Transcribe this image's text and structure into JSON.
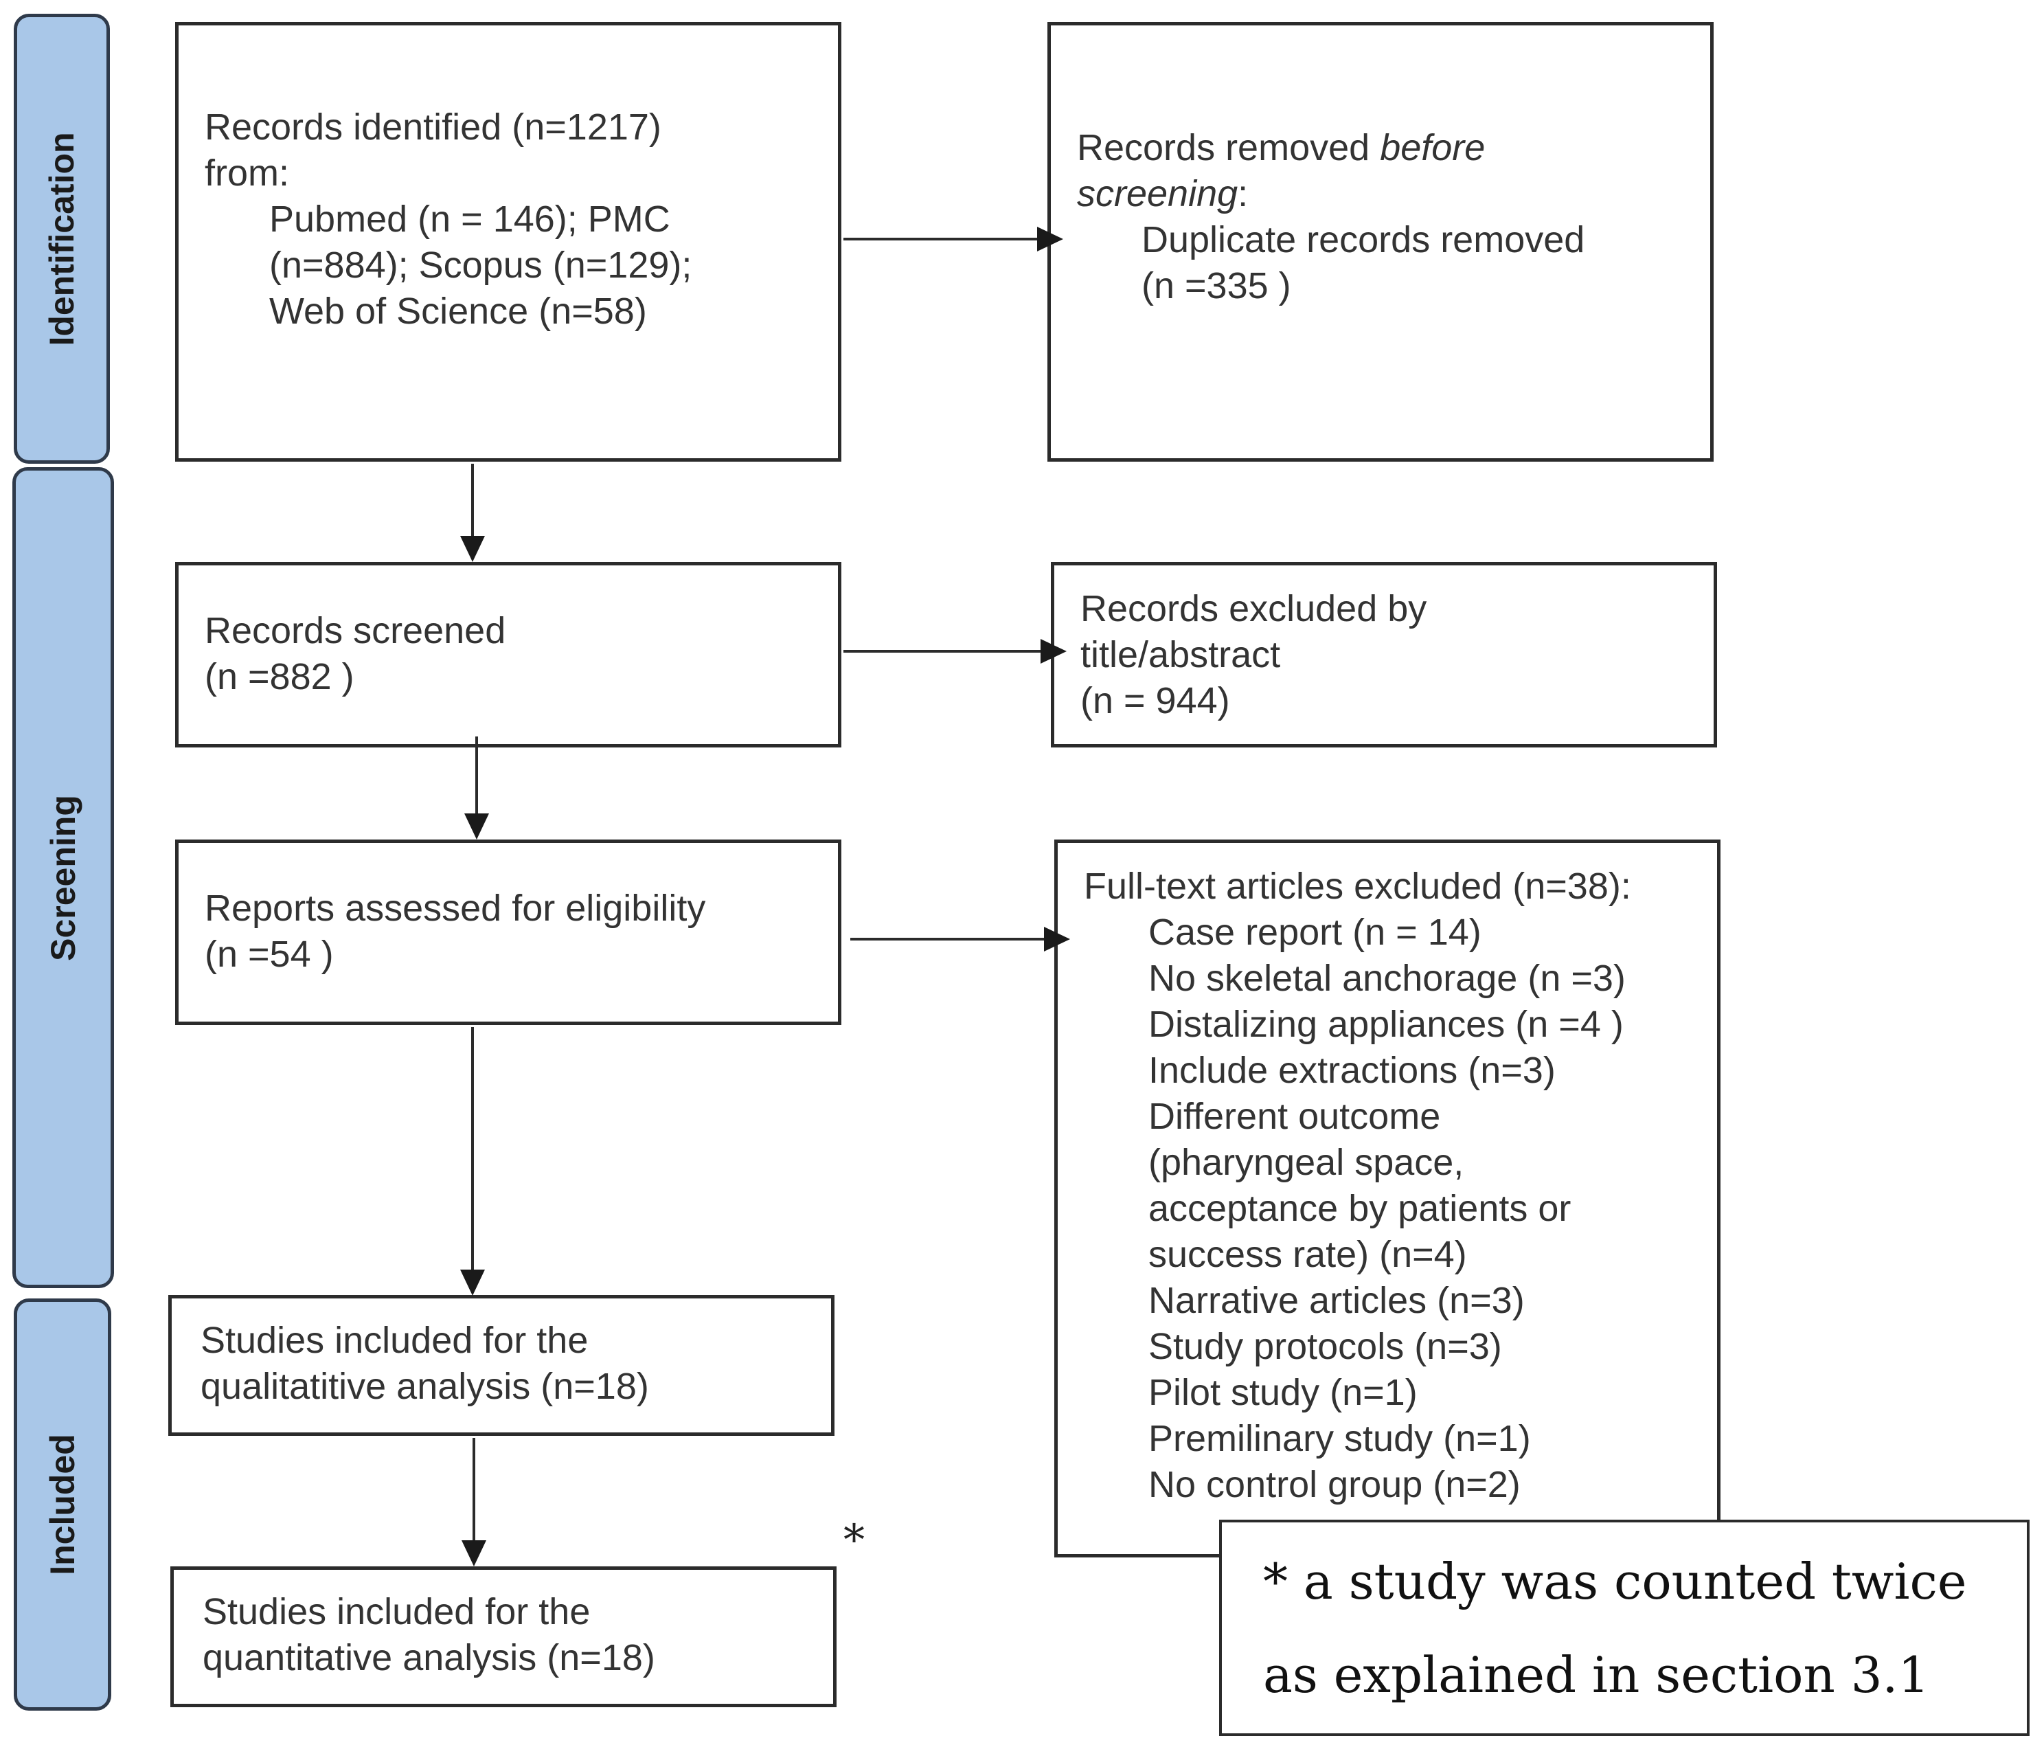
{
  "phases": {
    "identification": "Identification",
    "screening": "Screening",
    "included": "Included"
  },
  "identification": {
    "records_identified": {
      "line1": "Records identified (n=1217)",
      "line2": "from:",
      "line3": "Pubmed (n = 146); PMC",
      "line4": "(n=884); Scopus (n=129);",
      "line5": "Web of Science (n=58)"
    },
    "records_removed": {
      "line1_prefix": "Records removed ",
      "line1_italic": "before",
      "line2_italic": "screening",
      "line2_suffix": ":",
      "line3": "Duplicate records removed",
      "line4": "(n =335 )"
    }
  },
  "screening": {
    "records_screened": {
      "line1": "Records screened",
      "line2": "(n =882 )"
    },
    "records_excluded": {
      "line1": "Records excluded by",
      "line2": "title/abstract",
      "line3": "(n = 944)"
    },
    "reports_assessed": {
      "line1": "Reports assessed for eligibility",
      "line2": "(n =54 )"
    },
    "fulltext_excluded": {
      "heading": "Full-text articles excluded (n=38):",
      "items": [
        "Case report (n = 14)",
        "No skeletal anchorage (n =3)",
        "Distalizing appliances (n =4 )",
        "Include extractions (n=3)",
        "Different outcome",
        "(pharyngeal space,",
        "acceptance by patients or",
        "success rate) (n=4)",
        "Narrative articles (n=3)",
        "Study protocols (n=3)",
        "Pilot study (n=1)",
        "Premilinary study (n=1)",
        "No control group (n=2)"
      ]
    }
  },
  "included": {
    "qualitative": {
      "line1": "Studies included for the",
      "line2": "qualitatitive analysis (n=18)"
    },
    "quantitative": {
      "line1": "Studies included for the",
      "line2": "quantitative analysis (n=18)"
    },
    "asterisk": "*"
  },
  "note": {
    "line1": "* a study was counted twice",
    "line2": "as explained in section 3.1"
  },
  "colors": {
    "phase_fill": "#a9c7e8",
    "phase_border": "#2f3a4a",
    "box_border": "#2b2b2b",
    "text": "#333333"
  }
}
